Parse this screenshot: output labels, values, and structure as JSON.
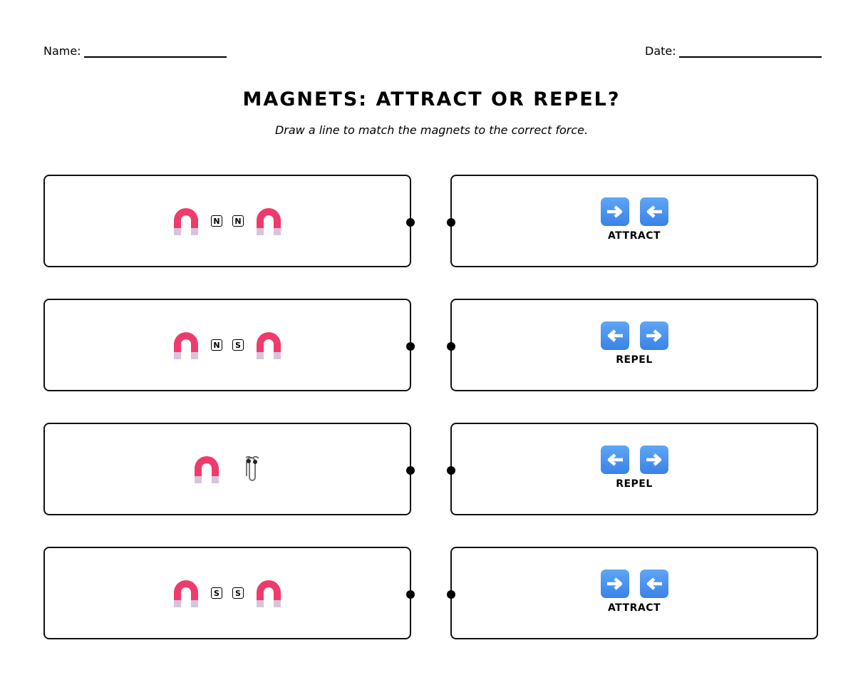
{
  "header": {
    "name_label": "Name:",
    "date_label": "Date:"
  },
  "title": "MAGNETS: ATTRACT OR REPEL?",
  "subtitle": "Draw a line to match the magnets to the correct force.",
  "colors": {
    "magnet_red": "#ef3b6b",
    "magnet_tip": "#d8c3dc",
    "arrow_blue": "#4a90e8"
  },
  "left_cards": [
    {
      "type": "magnet-pair",
      "poles": [
        "N",
        "N"
      ]
    },
    {
      "type": "magnet-pair",
      "poles": [
        "N",
        "S"
      ]
    },
    {
      "type": "magnet-paperclip",
      "poles": []
    },
    {
      "type": "magnet-pair",
      "poles": [
        "S",
        "S"
      ]
    }
  ],
  "right_cards": [
    {
      "label": "ATTRACT",
      "arrows": [
        "right",
        "left"
      ]
    },
    {
      "label": "REPEL",
      "arrows": [
        "left",
        "right"
      ]
    },
    {
      "label": "REPEL",
      "arrows": [
        "left",
        "right"
      ]
    },
    {
      "label": "ATTRACT",
      "arrows": [
        "right",
        "left"
      ]
    }
  ]
}
